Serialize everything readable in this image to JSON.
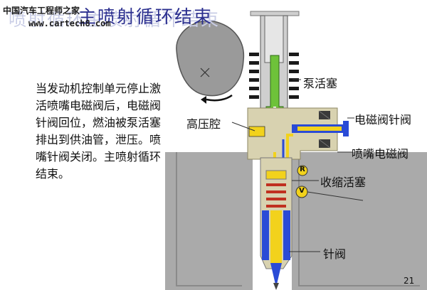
{
  "watermark": {
    "line1": "中国汽车工程师之家",
    "line2": "www.cartech8.com"
  },
  "title": "喷射循环主喷射循环结束",
  "description": "当发动机控制单元停止激活喷嘴电磁阀后，电磁阀针阀回位，燃油被泵活塞排出到供油管，泄压。喷嘴针阀关闭。主喷射循环结束。",
  "labels": {
    "pump_piston": "泵活塞",
    "high_pressure_chamber": "高压腔",
    "solenoid_valve_needle": "电磁阀针阀",
    "nozzle_solenoid_valve": "喷嘴电磁阀",
    "retraction_piston": "收缩活塞",
    "nozzle_needle": "针阀"
  },
  "markers": {
    "r": "R",
    "v": "V"
  },
  "page_number": "21",
  "colors": {
    "title": "#2b2f8f",
    "pump_piston": "#6ec23a",
    "fuel_supply": "#f2d21c",
    "return_line": "#2a4bd6",
    "housing": "#d8d2b0",
    "engine_block": "#a9a9a9"
  }
}
